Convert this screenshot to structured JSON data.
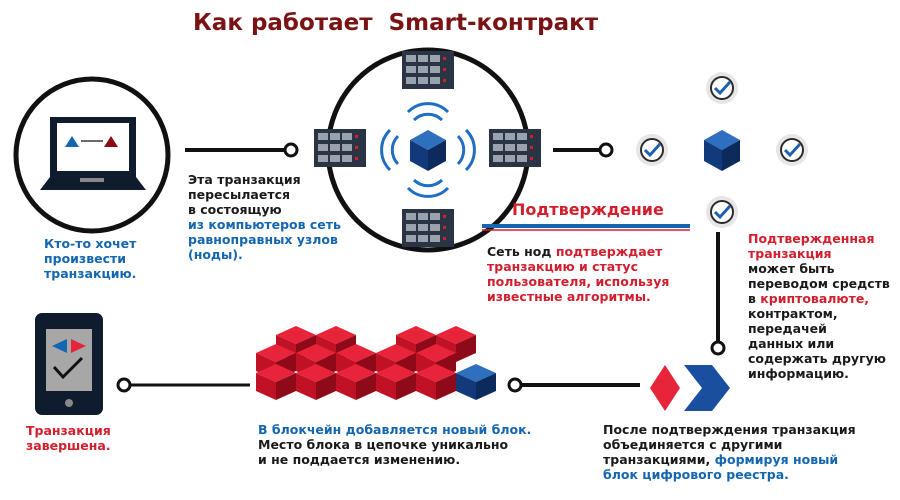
{
  "title": "Как работает  Smart-контракт",
  "colors": {
    "title": "#7a1414",
    "blue": "#1466b0",
    "red": "#d21f2e",
    "dark": "#0f1c2e"
  },
  "steps": {
    "initiate": {
      "line1": "Кто-то хочет",
      "line2": "произвести",
      "line3": "транзакцию."
    },
    "broadcast": {
      "line1": "Эта транзакция",
      "line2": "пересылается",
      "line3": "в состоящую",
      "line4": "из компьютеров сеть",
      "line5": "равноправных узлов",
      "line6": "(ноды)."
    },
    "confirm": {
      "heading": "Подтверждение",
      "lead": "Сеть нод ",
      "line1_red": "подтверждает",
      "line2": "транзакцию и статус",
      "line3": "пользователя, используя",
      "line4": "известные алгоритмы."
    },
    "confirmed": {
      "line1": "Подтвержденная",
      "line2": "транзакция",
      "line3": "может быть",
      "line4": "переводом средств",
      "line5_pre": "в ",
      "line5_red": "криптовалюте,",
      "line6": "контрактом,",
      "line7": "передачей",
      "line8": "данных или",
      "line9": "содержать другую",
      "line10": "информацию."
    },
    "block": {
      "line1": "После подтверждения транзакция",
      "line2": "объединяется с другими",
      "line3_pre": "транзакциями, ",
      "line3_blue": "формируя новый",
      "line4": "блок цифрового реестра."
    },
    "chain": {
      "line1": "В блокчейн добавляется новый блок.",
      "line2": "Место блока в цепочке уникально",
      "line3": "и не поддается изменению."
    },
    "done": {
      "line1": "Транзакция",
      "line2": "завершена."
    }
  }
}
